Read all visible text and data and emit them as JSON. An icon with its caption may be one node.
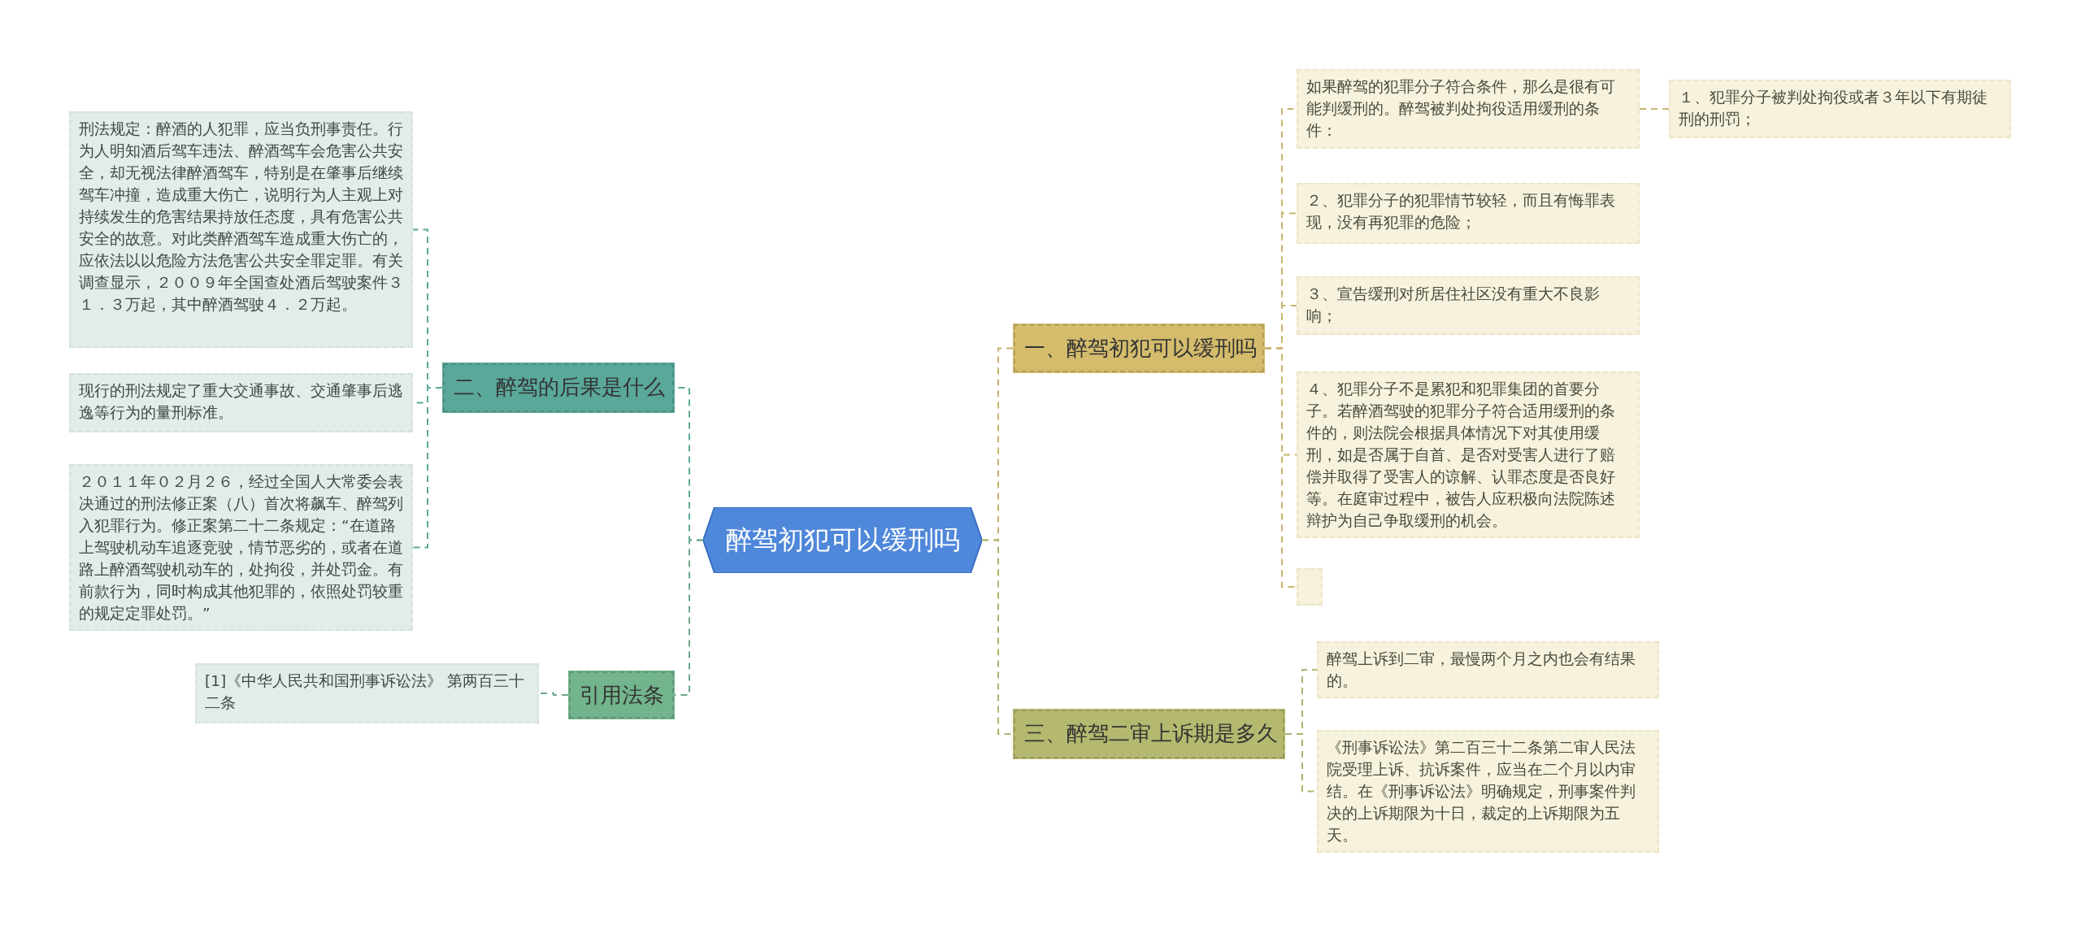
{
  "diagram": {
    "nodes": [
      {
        "text": [
          "醉驾初犯可以缓刑吗"
        ]
      },
      {
        "text": [
          "一、醉驾初犯可以缓刑吗"
        ]
      },
      {
        "text": [
          "如果醉驾的犯罪分子符合条件，那么是很有可能判缓刑的。醉驾被判处拘役适用缓刑的条件："
        ]
      },
      {
        "text": [
          "１、犯罪分子被判处拘役或者３年以下有期徒刑的刑罚；"
        ]
      },
      {
        "text": [
          "２、犯罪分子的犯罪情节较轻，而且有悔罪表现，没有再犯罪的危险；"
        ]
      },
      {
        "text": [
          "３、宣告缓刑对所居住社区没有重大不良影响；"
        ]
      },
      {
        "text": [
          "４、犯罪分子不是累犯和犯罪集团的首要分子。若醉酒驾驶的犯罪分子符合适用缓刑的条件的，则法院会根据具体情况下对其使用缓刑，如是否属于自首、是否对受害人进行了赔偿并取得了受害人的谅解、认罪态度是否良好等。在庭审过程中，被告人应积极向法院陈述辩护为自己争取缓刑的机会。"
        ]
      },
      {
        "text": [],
        "shape": "box"
      },
      {
        "text": [
          "三、醉驾二审上诉期是多久"
        ]
      },
      {
        "text": [
          "醉驾上诉到二审，最慢两个月之内也会有结果的。"
        ]
      },
      {
        "text": [
          "《刑事诉讼法》第二百三十二条第二审人民法院受理上诉、抗诉案件，应当在二个月以内审结。在《刑事诉讼法》明确规定，刑事案件判决的上诉期限为十日，裁定的上诉期限为五天。"
        ]
      },
      {
        "text": [
          "二、醉驾的后果是什么"
        ]
      },
      {
        "text": [
          "刑法规定：醉酒的人犯罪，应当负刑事责任。行为人明知酒后驾车违法、醉酒驾车会危害公共安全，却无视法律醉酒驾车，特别是在肇事后继续驾车冲撞，造成重大伤亡，说明行为人主观上对持续发生的危害结果持放任态度，具有危害公共安全的故意。对此类醉酒驾车造成重大伤亡的，应依法以以危险方法危害公共安全罪定罪。有关调查显示，２００９年全国查处酒后驾驶案件３１．３万起，其中醉酒驾驶４．２万起。"
        ]
      },
      {
        "text": [
          "现行的刑法规定了重大交通事故、交通肇事后逃逸等行为的量刑标准。"
        ]
      },
      {
        "text": [
          "２０１１年０２月２６，经过全国人大常委会表决通过的刑法修正案（八）首次将飙车、醉驾列入犯罪行为。修正案第二十二条规定：“在道路上驾驶机动车追逐竞驶，情节恶劣的，或者在道路上醉酒驾驶机动车的，处拘役，并处罚金。有前款行为，同时构成其他犯罪的，依照处罚较重的规定定罪处罚。”"
        ]
      },
      {
        "text": [
          "引用法条"
        ]
      },
      {
        "text": [
          "[1]《中华人民共和国刑事诉讼法》 第两百三十二条"
        ]
      }
    ],
    "edges": [
      {
        "from": 0,
        "to": 1,
        "arrow": "none",
        "style": "dashed",
        "color": "#c9b46e"
      },
      {
        "from": 1,
        "to": 2,
        "arrow": "none",
        "style": "dashed",
        "color": "#c9b46e"
      },
      {
        "from": 2,
        "to": 3,
        "arrow": "none",
        "style": "dashed",
        "color": "#c9b46e"
      },
      {
        "from": 1,
        "to": 4,
        "arrow": "none",
        "style": "dashed",
        "color": "#c9b46e"
      },
      {
        "from": 1,
        "to": 5,
        "arrow": "none",
        "style": "dashed",
        "color": "#c9b46e"
      },
      {
        "from": 1,
        "to": 6,
        "arrow": "none",
        "style": "dashed",
        "color": "#c9b46e"
      },
      {
        "from": 1,
        "to": 7,
        "arrow": "none",
        "style": "dashed",
        "color": "#c9b46e"
      },
      {
        "from": 0,
        "to": 8,
        "arrow": "none",
        "style": "dashed",
        "color": "#b0b46c"
      },
      {
        "from": 8,
        "to": 9,
        "arrow": "none",
        "style": "dashed",
        "color": "#b0b46c"
      },
      {
        "from": 8,
        "to": 10,
        "arrow": "none",
        "style": "dashed",
        "color": "#b0b46c"
      },
      {
        "from": 0,
        "to": 11,
        "arrow": "none",
        "style": "dashed",
        "color": "#5aa89a"
      },
      {
        "from": 11,
        "to": 12,
        "arrow": "none",
        "style": "dashed",
        "color": "#5aa89a"
      },
      {
        "from": 11,
        "to": 13,
        "arrow": "none",
        "style": "dashed",
        "color": "#5aa89a"
      },
      {
        "from": 11,
        "to": 14,
        "arrow": "none",
        "style": "dashed",
        "color": "#5aa89a"
      },
      {
        "from": 0,
        "to": 15,
        "arrow": "none",
        "style": "dashed",
        "color": "#6aa886"
      },
      {
        "from": 15,
        "to": 16,
        "arrow": "none",
        "style": "dashed",
        "color": "#6aa886"
      }
    ]
  }
}
